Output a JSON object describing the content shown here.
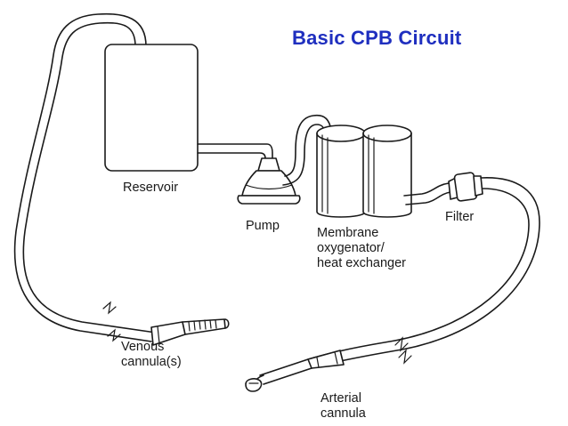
{
  "title": "Basic CPB Circuit",
  "colors": {
    "title": "#1f2fbf",
    "line": "#1a1a1a",
    "background": "#ffffff"
  },
  "labels": {
    "reservoir": "Reservoir",
    "pump": "Pump",
    "oxygenator": [
      "Membrane",
      "oxygenator/",
      "heat exchanger"
    ],
    "filter": "Filter",
    "venous": [
      "Venous",
      "cannula(s)"
    ],
    "arterial": [
      "Arterial",
      "cannula"
    ]
  }
}
